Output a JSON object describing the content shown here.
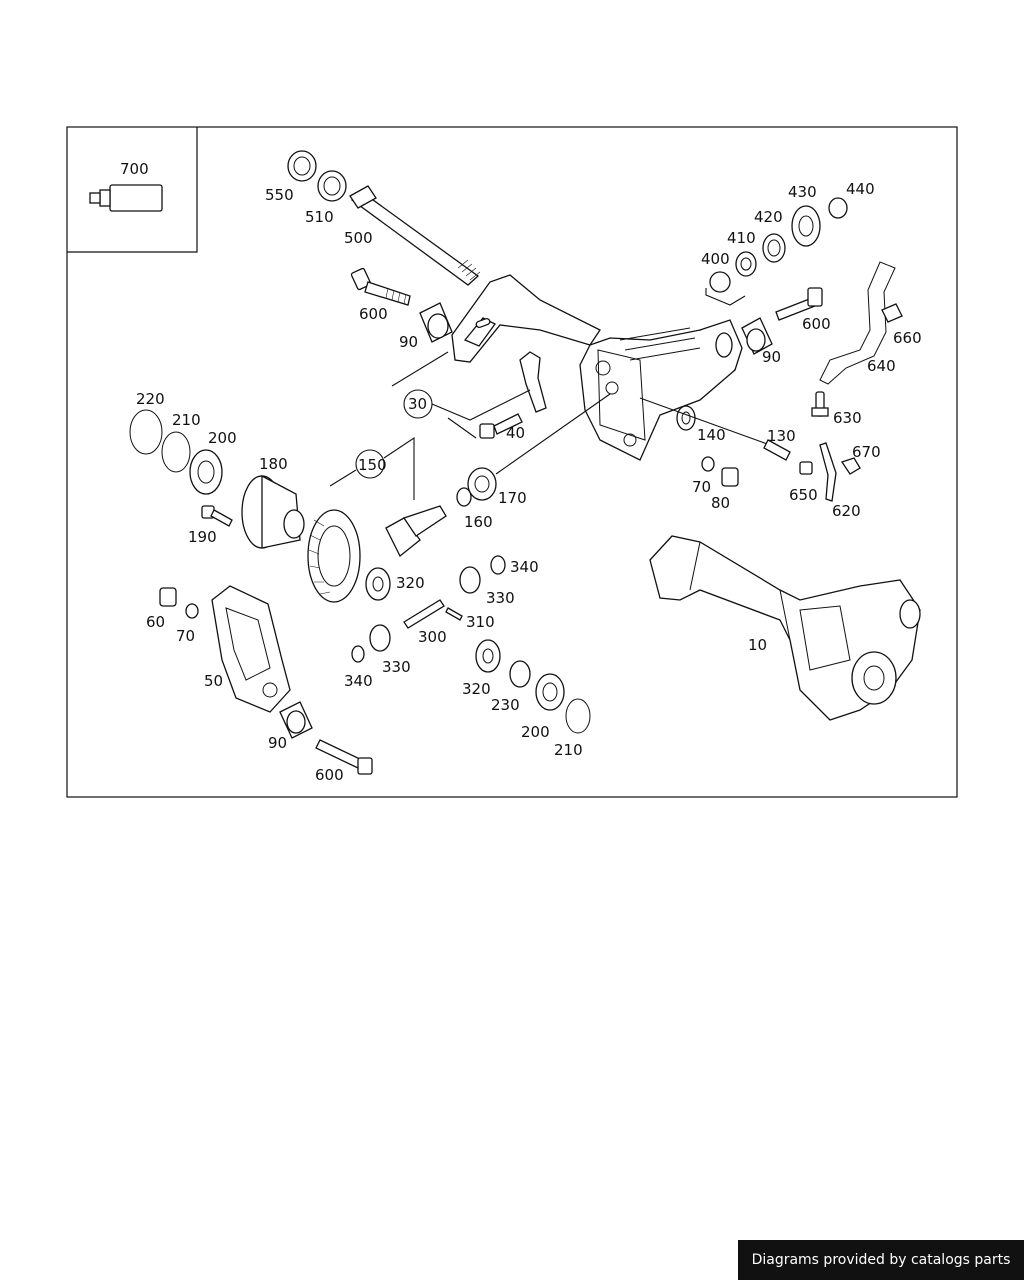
{
  "credit_text": "Diagrams provided by catalogs parts",
  "callouts": [
    {
      "id": "c700",
      "text": "700"
    },
    {
      "id": "c550",
      "text": "550"
    },
    {
      "id": "c510",
      "text": "510"
    },
    {
      "id": "c500",
      "text": "500"
    },
    {
      "id": "c600a",
      "text": "600"
    },
    {
      "id": "c90a",
      "text": "90"
    },
    {
      "id": "c30",
      "text": "30"
    },
    {
      "id": "c40",
      "text": "40"
    },
    {
      "id": "c220",
      "text": "220"
    },
    {
      "id": "c210a",
      "text": "210"
    },
    {
      "id": "c200a",
      "text": "200"
    },
    {
      "id": "c180",
      "text": "180"
    },
    {
      "id": "c150",
      "text": "150"
    },
    {
      "id": "c190",
      "text": "190"
    },
    {
      "id": "c160",
      "text": "160"
    },
    {
      "id": "c170",
      "text": "170"
    },
    {
      "id": "c140",
      "text": "140"
    },
    {
      "id": "c130",
      "text": "130"
    },
    {
      "id": "c70a",
      "text": "70"
    },
    {
      "id": "c80",
      "text": "80"
    },
    {
      "id": "c430",
      "text": "430"
    },
    {
      "id": "c440",
      "text": "440"
    },
    {
      "id": "c420",
      "text": "420"
    },
    {
      "id": "c410",
      "text": "410"
    },
    {
      "id": "c400",
      "text": "400"
    },
    {
      "id": "c600b",
      "text": "600"
    },
    {
      "id": "c90b",
      "text": "90"
    },
    {
      "id": "c660",
      "text": "660"
    },
    {
      "id": "c640",
      "text": "640"
    },
    {
      "id": "c630",
      "text": "630"
    },
    {
      "id": "c670",
      "text": "670"
    },
    {
      "id": "c650",
      "text": "650"
    },
    {
      "id": "c620",
      "text": "620"
    },
    {
      "id": "c320a",
      "text": "320"
    },
    {
      "id": "c340a",
      "text": "340"
    },
    {
      "id": "c330a",
      "text": "330"
    },
    {
      "id": "c310",
      "text": "310"
    },
    {
      "id": "c300",
      "text": "300"
    },
    {
      "id": "c340b",
      "text": "340"
    },
    {
      "id": "c330b",
      "text": "330"
    },
    {
      "id": "c320b",
      "text": "320"
    },
    {
      "id": "c230",
      "text": "230"
    },
    {
      "id": "c200b",
      "text": "200"
    },
    {
      "id": "c210b",
      "text": "210"
    },
    {
      "id": "c60",
      "text": "60"
    },
    {
      "id": "c70b",
      "text": "70"
    },
    {
      "id": "c50",
      "text": "50"
    },
    {
      "id": "c90c",
      "text": "90"
    },
    {
      "id": "c600c",
      "text": "600"
    },
    {
      "id": "c10",
      "text": "10"
    }
  ]
}
